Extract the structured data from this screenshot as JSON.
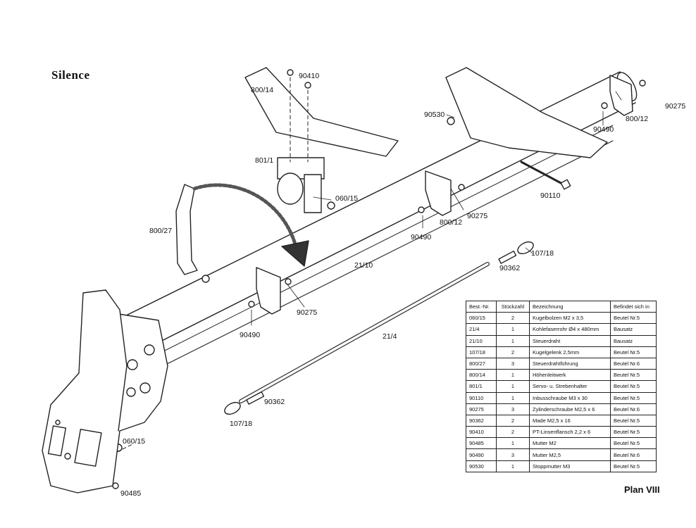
{
  "title": "Silence",
  "plan": "Plan VIII",
  "table": {
    "headers": [
      "Best.-Nr.",
      "Stückzahl",
      "Bezeichnung",
      "Befindet sich in"
    ],
    "rows": [
      [
        "060/15",
        "2",
        "Kugelbolzen M2 x 3,5",
        "Beutel Nr.5"
      ],
      [
        "21/4",
        "1",
        "Kohlefaserrohr Ø4 x 480mm",
        "Bausatz"
      ],
      [
        "21/10",
        "1",
        "Steuerdraht",
        "Bausatz"
      ],
      [
        "107/18",
        "2",
        "Kugelgelenk 2,5mm",
        "Beutel Nr.5"
      ],
      [
        "800/27",
        "3",
        "Steuerdrahtführung",
        "Beutel Nr.6"
      ],
      [
        "800/14",
        "1",
        "Höhenleitwerk",
        "Beutel Nr.5"
      ],
      [
        "801/1",
        "1",
        "Servo- u. Strebenhalter",
        "Beutel Nr.5"
      ],
      [
        "90110",
        "1",
        "Inbusschraube M3 x 30",
        "Beutel Nr.5"
      ],
      [
        "90275",
        "3",
        "Zylinderschraube M2,5 x 6",
        "Beutel Nr.6"
      ],
      [
        "90362",
        "2",
        "Made M2,5 x 16",
        "Beutel Nr.5"
      ],
      [
        "90410",
        "2",
        "PT-Linsenflansch 2,2 x 6",
        "Beutel Nr.5"
      ],
      [
        "90485",
        "1",
        "Mutter M2",
        "Beutel Nr.5"
      ],
      [
        "90490",
        "3",
        "Mutter M2,5",
        "Beutel Nr.6"
      ],
      [
        "90530",
        "1",
        "Stoppmutter M3",
        "Beutel Nr.5"
      ]
    ]
  },
  "callouts": {
    "c90410": "90410",
    "c800_14": "800/14",
    "c801_1": "801/1",
    "c060_15_top": "060/15",
    "c800_27": "800/27",
    "c21_10": "21/10",
    "c90530": "90530",
    "c90275_tr": "90275",
    "c800_12_tr": "800/12",
    "c90490_tr": "90490",
    "c90110": "90110",
    "c90275_mid": "90275",
    "c800_12_mid": "800/12",
    "c90490_mid": "90490",
    "c107_18_top": "107/18",
    "c90362_top": "90362",
    "c90275_low": "90275",
    "c90490_low": "90490",
    "c21_4": "21/4",
    "c90362_low": "90362",
    "c107_18_low": "107/18",
    "c060_15_low": "060/15",
    "c90485": "90485"
  }
}
